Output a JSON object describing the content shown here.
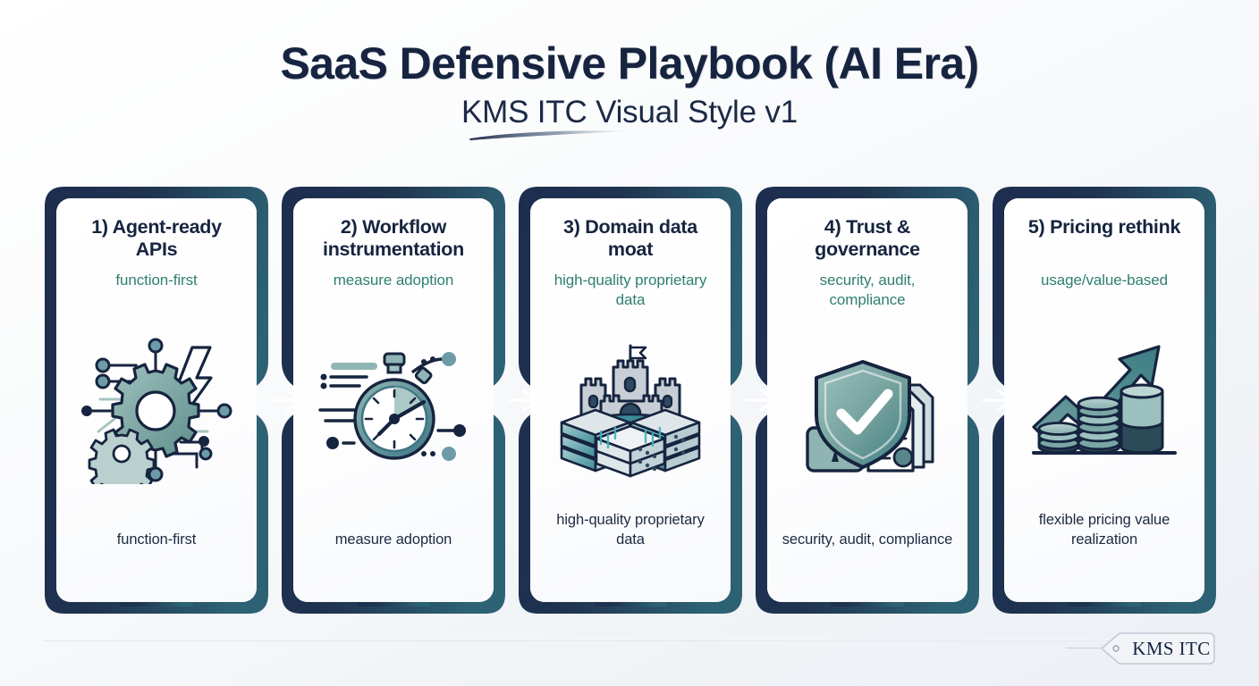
{
  "header": {
    "title": "SaaS Defensive Playbook (AI Era)",
    "subtitle": "KMS ITC Visual Style v1"
  },
  "cards": [
    {
      "title": "1) Agent-ready APIs",
      "subtitle": "function-first",
      "footnote": "function-first",
      "icon": "gear-network-icon",
      "border_color": "#1d2d4f"
    },
    {
      "title": "2) Workflow instrumentation",
      "subtitle": "measure adoption",
      "footnote": "measure adoption",
      "icon": "stopwatch-icon",
      "border_color": "#1d2d4f"
    },
    {
      "title": "3) Domain data moat",
      "subtitle": "high-quality proprietary data",
      "footnote": "high-quality proprietary data",
      "icon": "castle-moat-icon",
      "border_color": "#1d2d4f"
    },
    {
      "title": "4) Trust & governance",
      "subtitle": "security, audit, compliance",
      "footnote": "security, audit, compliance",
      "icon": "shield-lock-documents-icon",
      "border_color": "#1d2d4f"
    },
    {
      "title": "5) Pricing rethink",
      "subtitle": "usage/value-based",
      "footnote": "flexible pricing value realization",
      "icon": "growth-chart-coins-icon",
      "border_color": "#1d2d4f"
    }
  ],
  "connectors": [
    {
      "icon": "arrow-right-icon"
    },
    {
      "icon": "arrow-right-icon"
    },
    {
      "icon": "arrow-right-icon"
    },
    {
      "icon": "arrow-right-icon"
    }
  ],
  "footer": {
    "badge_label": "KMS ITC"
  },
  "colors": {
    "title_navy": "#16243f",
    "subtitle_teal": "#2f7f6f",
    "border_navy": "#1d2d4f",
    "border_teal": "#2d6174",
    "connector_teal": "#2c6577",
    "background": "#f1f4f7"
  }
}
